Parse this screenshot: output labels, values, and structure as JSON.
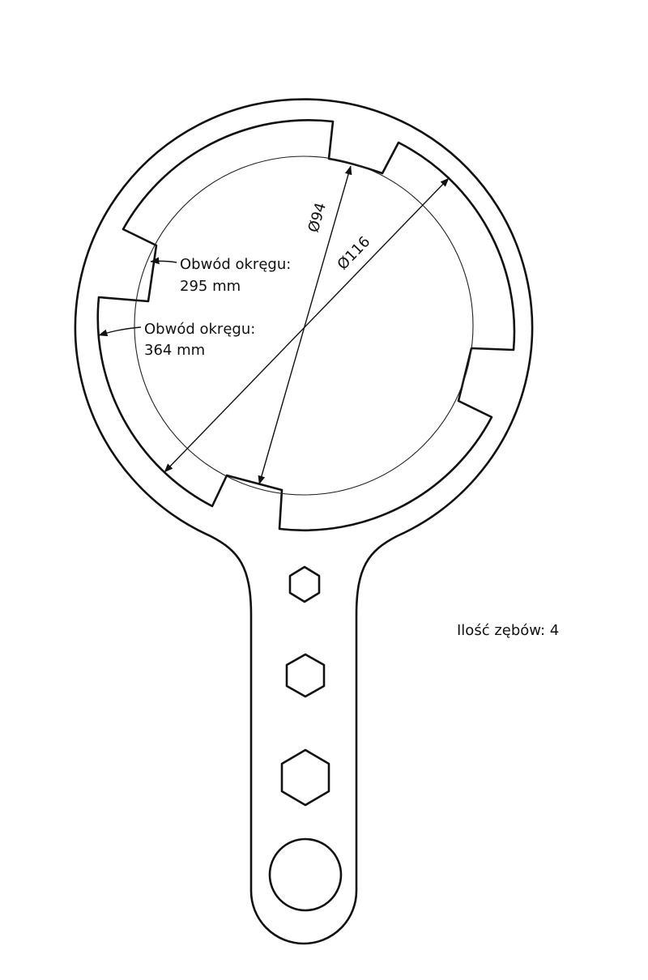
{
  "diameter_inner": "Ø94",
  "diameter_outer": "Ø116",
  "circumference_inner": {
    "line1": "Obwód okręgu:",
    "line2": "295 mm"
  },
  "circumference_outer": {
    "line1": "Obwód okręgu:",
    "line2": "364 mm"
  },
  "teeth_count": "Ilość zębów: 4"
}
